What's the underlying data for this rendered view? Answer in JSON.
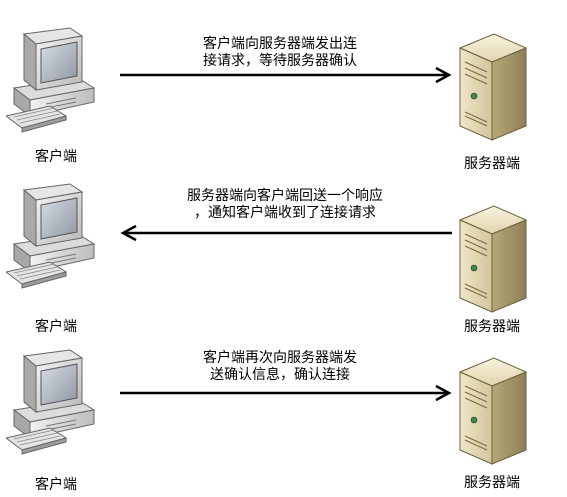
{
  "steps": [
    {
      "client_label": "客户端",
      "server_label": "服务器端",
      "message_line1": "客户端向服务器端发出连",
      "message_line2": "接请求，等待服务器确认",
      "direction": "to-server"
    },
    {
      "client_label": "客户端",
      "server_label": "服务器端",
      "message_line1": "服务器端向客户端回送一个响应",
      "message_line2": "，通知客户端收到了连接请求",
      "direction": "to-client"
    },
    {
      "client_label": "客户端",
      "server_label": "服务器端",
      "message_line1": "客户端再次向服务器端发",
      "message_line2": "送确认信息，确认连接",
      "direction": "to-server"
    }
  ],
  "icons": {
    "client": "computer-icon",
    "server": "server-icon"
  }
}
